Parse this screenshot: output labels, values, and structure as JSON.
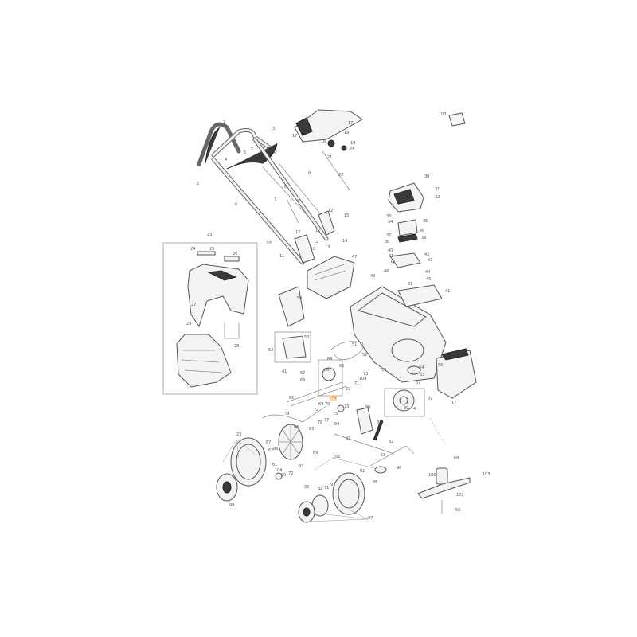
{
  "diagram": {
    "highlight_color": "#e07a1c",
    "highlighted_label": "74",
    "labels": [
      "1",
      "2",
      "3",
      "4",
      "5",
      "2",
      "9",
      "8",
      "7",
      "6",
      "8",
      "12",
      "15",
      "12",
      "14",
      "13",
      "12",
      "12",
      "10",
      "55",
      "11",
      "17",
      "17",
      "18",
      "16",
      "19",
      "20",
      "21",
      "22",
      "47",
      "103",
      "30",
      "31",
      "32",
      "33",
      "34",
      "35",
      "36",
      "37",
      "38",
      "39",
      "40",
      "41",
      "42",
      "12",
      "43",
      "44",
      "45",
      "21",
      "46",
      "49",
      "41",
      "23",
      "24",
      "25",
      "26",
      "27",
      "29",
      "28",
      "50",
      "52",
      "53",
      "41",
      "67",
      "68",
      "51",
      "52",
      "53",
      "54",
      "63",
      "57",
      "56",
      "59",
      "30",
      "4",
      "17",
      "64",
      "65",
      "66",
      "73",
      "104",
      "71",
      "72",
      "62",
      "74",
      "73",
      "69",
      "70",
      "72",
      "75",
      "77",
      "78",
      "79",
      "80",
      "81",
      "84",
      "88",
      "83",
      "83",
      "87",
      "82",
      "86",
      "89",
      "101",
      "63",
      "62",
      "61",
      "90",
      "72",
      "104",
      "93",
      "96",
      "92",
      "88",
      "68",
      "100",
      "102",
      "58",
      "95",
      "94",
      "71",
      "92",
      "97",
      "23",
      "99",
      "103"
    ]
  }
}
